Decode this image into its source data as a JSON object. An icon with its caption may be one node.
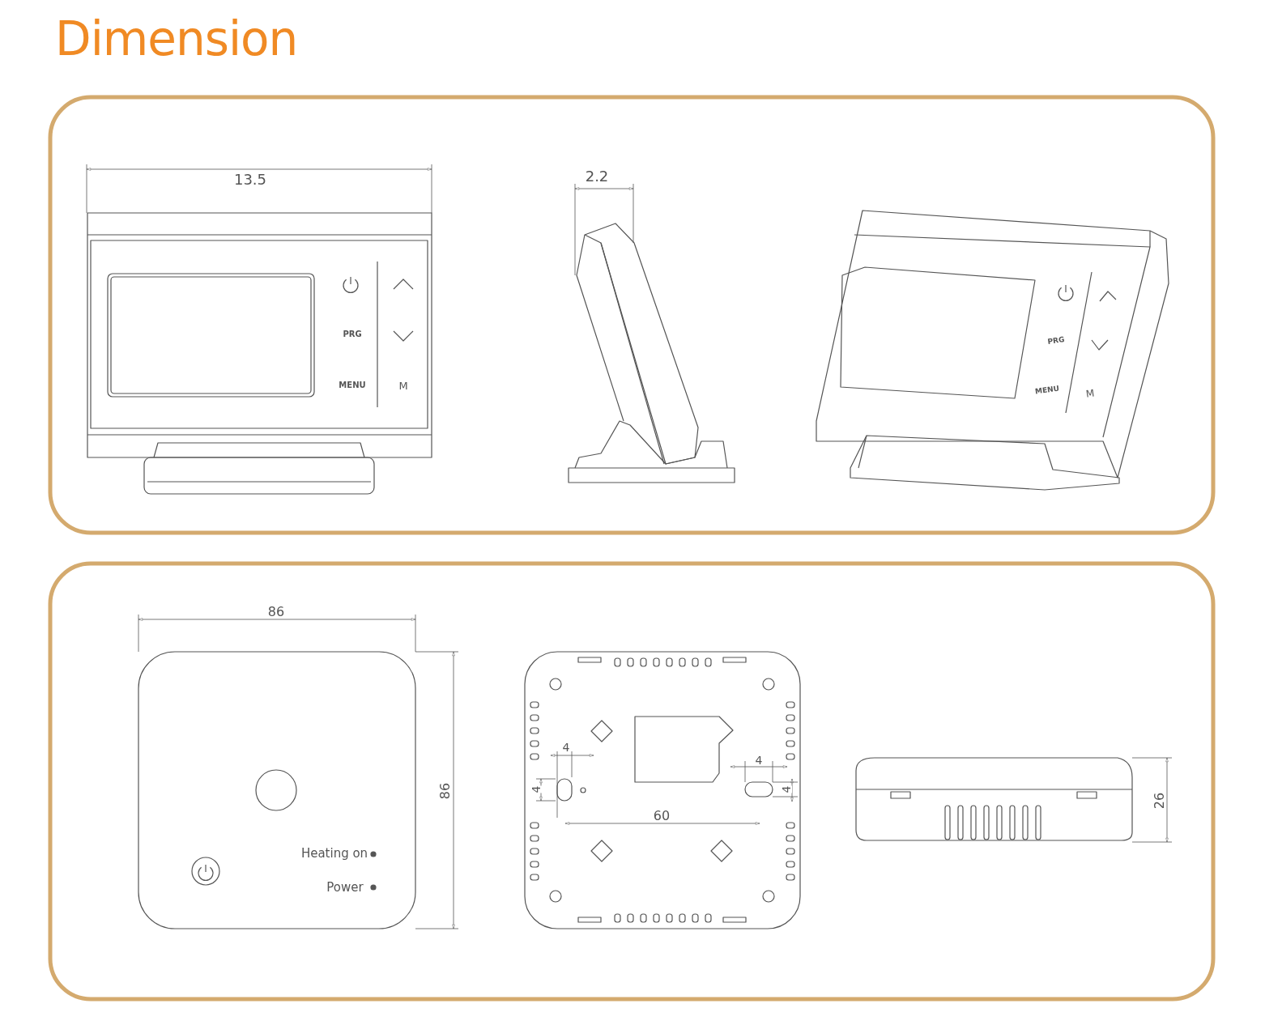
{
  "diagram": {
    "title": "Dimension",
    "labels": [
      "13.5",
      "PRG",
      "MENU",
      "M",
      "2.2",
      "PRG",
      "MENU",
      "M",
      "86",
      "86",
      "Heating on",
      "Power",
      "4",
      "4",
      "4",
      "4",
      "60",
      "26"
    ]
  }
}
